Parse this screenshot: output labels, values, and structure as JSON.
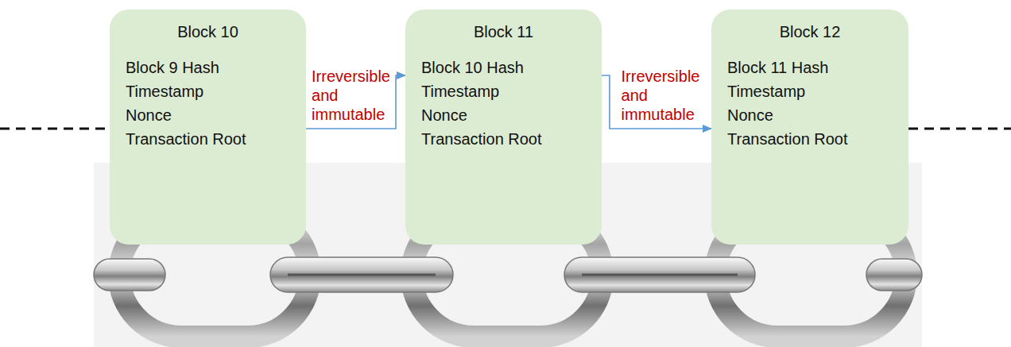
{
  "diagram": {
    "nodes": [
      {
        "text": [
          "Block 10",
          "Block 9 Hash",
          "Timestamp",
          "Nonce",
          "Transaction Root"
        ]
      },
      {
        "text": [
          "Block 11",
          "Block 10 Hash",
          "Timestamp",
          "Nonce",
          "Transaction Root"
        ]
      },
      {
        "text": [
          "Block 12",
          "Block 11 Hash",
          "Timestamp",
          "Nonce",
          "Transaction Root"
        ]
      }
    ],
    "edges": [
      {
        "from": 0,
        "to": 1,
        "arrow": "to",
        "label": "Irreversible and immutable"
      },
      {
        "from": 1,
        "to": 2,
        "arrow": "to",
        "label": "Irreversible and immutable"
      }
    ]
  }
}
